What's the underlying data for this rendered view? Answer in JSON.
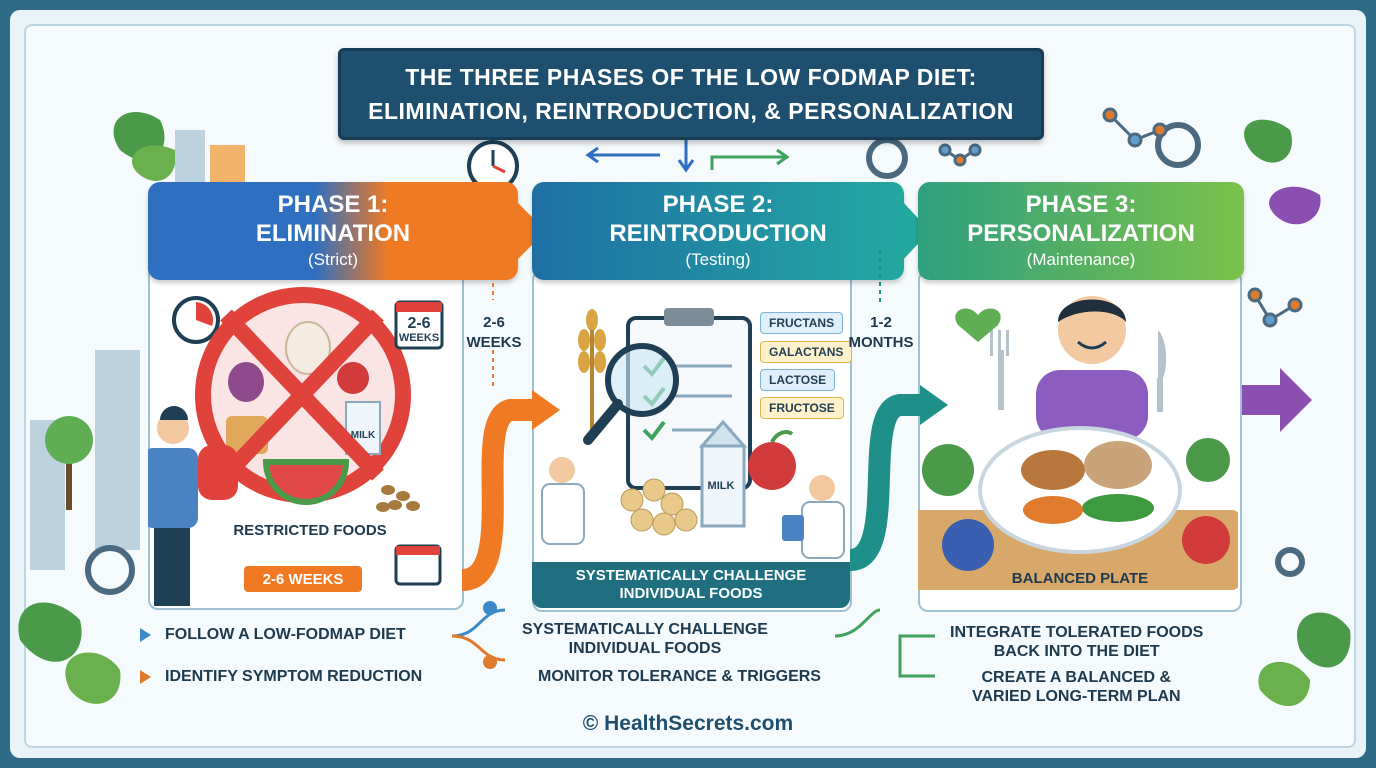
{
  "title": {
    "line1": "THE THREE PHASES OF THE LOW FODMAP DIET:",
    "line2": "ELIMINATION, REINTRODUCTION, & PERSONALIZATION"
  },
  "phases": [
    {
      "title_line1": "PHASE 1:",
      "title_line2": "ELIMINATION",
      "subtitle": "(Strict)",
      "color_start": "#2f6fc0",
      "color_end": "#f07a23"
    },
    {
      "title_line1": "PHASE 2:",
      "title_line2": "REINTRODUCTION",
      "subtitle": "(Testing)",
      "color_start": "#1f6fa5",
      "color_end": "#23a8a0"
    },
    {
      "title_line1": "PHASE 3:",
      "title_line2": "PERSONALIZATION",
      "subtitle": "(Maintenance)",
      "color_start": "#2f9f7e",
      "color_end": "#7cc24a"
    }
  ],
  "phase1": {
    "calendar_badge_line1": "2-6",
    "calendar_badge_line2": "WEEKS",
    "milk_label": "MILK",
    "restricted_caption": "RESTRICTED FOODS",
    "duration_badge": "2-6 WEEKS"
  },
  "phase2": {
    "tags": [
      "FRUCTANS",
      "GALACTANS",
      "LACTOSE",
      "FRUCTOSE"
    ],
    "milk_label": "MILK",
    "caption_line1": "SYSTEMATICALLY CHALLENGE",
    "caption_line2": "INDIVIDUAL FOODS"
  },
  "phase3": {
    "caption": "BALANCED PLATE"
  },
  "durations": {
    "between_1_2": {
      "line1": "2-6",
      "line2": "WEEKS"
    },
    "between_2_3": {
      "line1": "1-2",
      "line2": "MONTHS"
    }
  },
  "bullets": {
    "phase1": [
      "FOLLOW A LOW-FODMAP DIET",
      "IDENTIFY SYMPTOM REDUCTION"
    ],
    "phase2": [
      {
        "line1": "SYSTEMATICALLY CHALLENGE",
        "line2": "INDIVIDUAL FOODS"
      },
      {
        "line1": "MONITOR TOLERANCE & TRIGGERS",
        "line2": ""
      }
    ],
    "phase3": [
      {
        "line1": "INTEGRATE TOLERATED FOODS",
        "line2": "BACK INTO THE DIET"
      },
      {
        "line1": "CREATE A BALANCED &",
        "line2": "VARIED LONG-TERM PLAN"
      }
    ]
  },
  "footer": "© HealthSecrets.com",
  "icons": [
    "clock-icon",
    "gear-icon",
    "calendar-icon",
    "magnifier-icon",
    "clipboard-icon",
    "leaf-icon",
    "molecule-icon",
    "stop-hand-icon",
    "no-sign-icon",
    "fork-icon",
    "knife-icon",
    "heart-icon"
  ]
}
